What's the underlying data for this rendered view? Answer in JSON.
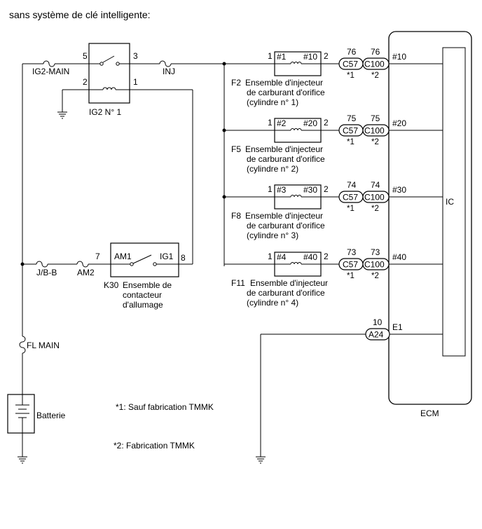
{
  "title": "sans système de clé intelligente:",
  "ig2_relay": {
    "name": "IG2 N° 1",
    "fuse_in": "IG2-MAIN",
    "fuse_out": "INJ",
    "pins": {
      "p5": "5",
      "p3": "3",
      "p2": "2",
      "p1": "1"
    }
  },
  "ignition_switch": {
    "ref": "K30",
    "desc_lines": [
      "Ensemble de",
      "contacteur",
      "d'allumage"
    ],
    "am1": "AM1",
    "ig1": "IG1",
    "pin_in": "7",
    "pin_out": "8",
    "fuse_jb": "J/B-B",
    "fuse_am2": "AM2"
  },
  "fl_main": "FL MAIN",
  "battery": "Batterie",
  "injectors": [
    {
      "ref": "F2",
      "line1": "Ensemble d'injecteur",
      "line2": "de carburant d'orifice",
      "line3": "(cylindre n° 1)",
      "in_label": "#1",
      "out_label": "#10",
      "pin_in": "1",
      "pin_out": "2",
      "c57_pin": "76",
      "c100_pin": "76",
      "ecm_label": "#10"
    },
    {
      "ref": "F5",
      "line1": "Ensemble d'injecteur",
      "line2": "de carburant d'orifice",
      "line3": "(cylindre n° 2)",
      "in_label": "#2",
      "out_label": "#20",
      "pin_in": "1",
      "pin_out": "2",
      "c57_pin": "75",
      "c100_pin": "75",
      "ecm_label": "#20"
    },
    {
      "ref": "F8",
      "line1": "Ensemble d'injecteur",
      "line2": "de carburant d'orifice",
      "line3": "(cylindre n° 3)",
      "in_label": "#3",
      "out_label": "#30",
      "pin_in": "1",
      "pin_out": "2",
      "c57_pin": "74",
      "c100_pin": "74",
      "ecm_label": "#30"
    },
    {
      "ref": "F11",
      "line1": "Ensemble d'injecteur",
      "line2": "de carburant d'orifice",
      "line3": "(cylindre n° 4)",
      "in_label": "#4",
      "out_label": "#40",
      "pin_in": "1",
      "pin_out": "2",
      "c57_pin": "73",
      "c100_pin": "73",
      "ecm_label": "#40"
    }
  ],
  "connectors": {
    "c57": "C57",
    "c100": "C100",
    "a24": "A24",
    "star1": "*1",
    "star2": "*2"
  },
  "ground": {
    "a24_pin": "10",
    "ecm_label": "E1"
  },
  "ecm": {
    "name": "ECM",
    "ic": "IC"
  },
  "notes": [
    "*1: Sauf fabrication TMMK",
    "*2: Fabrication TMMK"
  ]
}
